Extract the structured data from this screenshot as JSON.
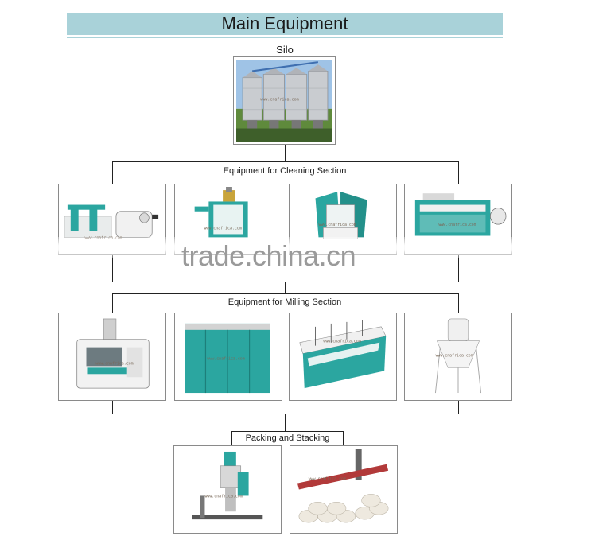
{
  "title": "Main  Equipment",
  "silo_label": "Silo",
  "cleaning_label": "Equipment for Cleaning Section",
  "milling_label": "Equipment for Milling Section",
  "packing_label": "Packing and Stacking",
  "watermark": "trade.china.cn",
  "photo_watermark": "www.cnafrica.com",
  "colors": {
    "title_bg": "#a9d2d9",
    "machine_teal": "#2ba6a0",
    "machine_white": "#f2f2f2",
    "connector": "#222222"
  }
}
